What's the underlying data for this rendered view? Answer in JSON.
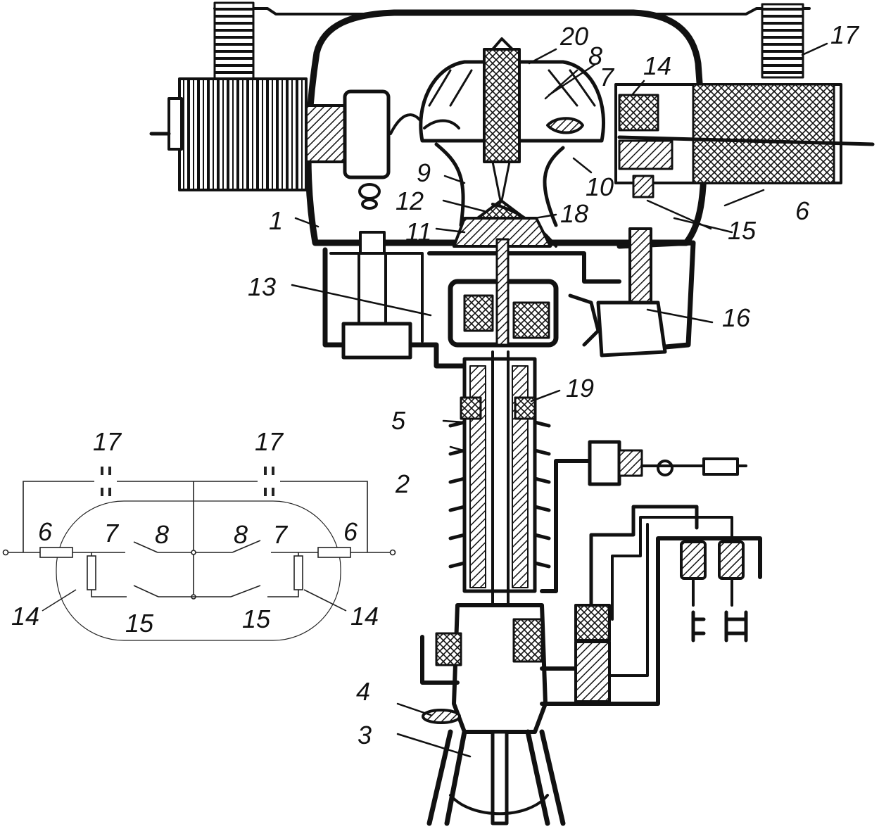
{
  "figure": {
    "type": "technical-cross-section",
    "ink_color": "#111111",
    "paper_color": "#ffffff"
  },
  "callouts": [
    "1",
    "2",
    "3",
    "4",
    "5",
    "6",
    "7",
    "8",
    "9",
    "10",
    "11",
    "12",
    "13",
    "14",
    "15",
    "16",
    "17",
    "18",
    "19",
    "20"
  ],
  "schematic": {
    "labels": {
      "capacitor_left": "17",
      "capacitor_right": "17",
      "resistor_element_left": "6",
      "resistor_element_right": "6",
      "contact_fixed_left": "7",
      "contact_moving_left": "8",
      "contact_moving_right": "8",
      "contact_fixed_right": "7",
      "shunt_resistor_left": "14",
      "shunt_resistor_right": "14",
      "aux_contact_left": "15",
      "aux_contact_right": "15"
    }
  }
}
